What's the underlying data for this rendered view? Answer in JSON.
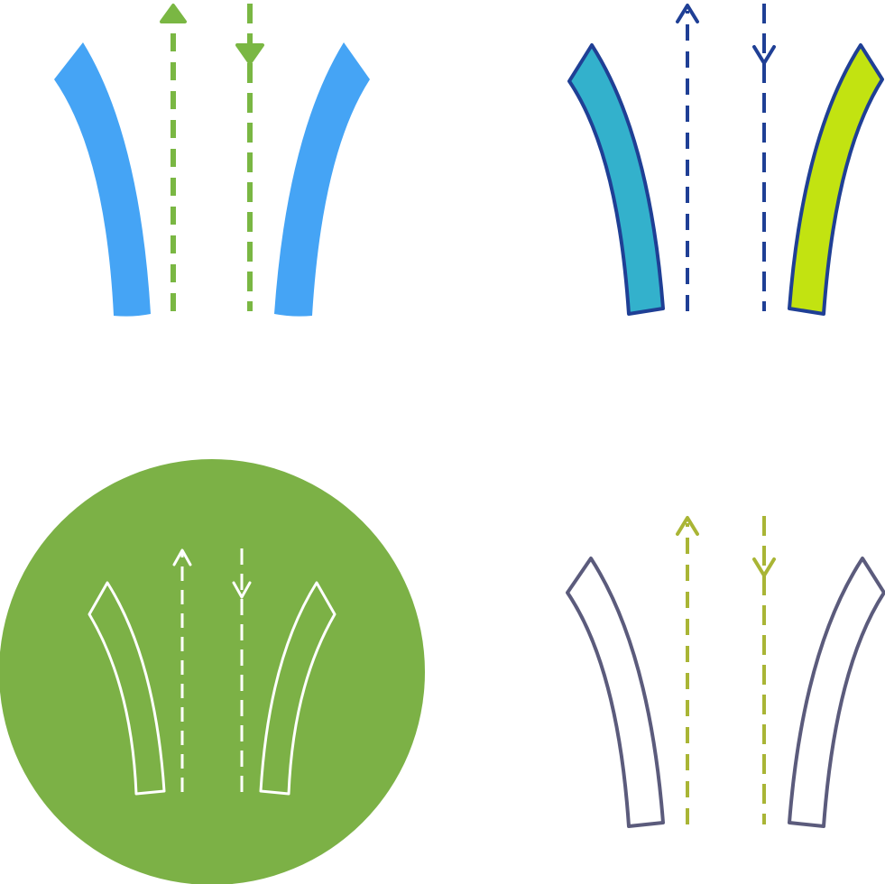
{
  "icon_set": {
    "subject": "two-way-road-icon",
    "variants": [
      {
        "style": "flat",
        "colors": {
          "road": "#45a4f5",
          "arrows": "#7ab743"
        }
      },
      {
        "style": "filled-outline",
        "colors": {
          "outline": "#1f3f95",
          "left_road": "#33b1cc",
          "right_road": "#c2e311"
        }
      },
      {
        "style": "glyph-in-circle",
        "colors": {
          "circle": "#7cb146",
          "glyph": "#ffffff"
        }
      },
      {
        "style": "line",
        "colors": {
          "road": "#5b5b7c",
          "arrows": "#a9b535"
        }
      }
    ]
  }
}
